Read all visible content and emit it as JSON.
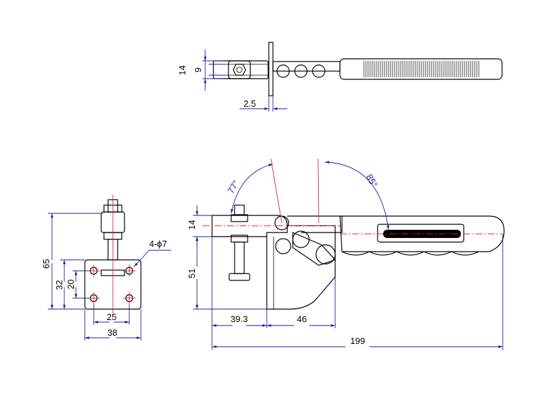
{
  "top_view": {
    "dim_width_outer": "14",
    "dim_width_inner": "9",
    "dim_flange": "2.5"
  },
  "front_view": {
    "dim_top_height": "65",
    "dim_body_height": "32",
    "dim_hole_vertical": "20",
    "dim_hole_horizontal": "25",
    "dim_base_width": "38",
    "hole_callout": "4-ϕ7"
  },
  "side_view": {
    "dim_spindle_gap": "14",
    "dim_height": "51",
    "dim_front_offset": "39.3",
    "dim_base_length": "46",
    "dim_total_length": "199",
    "angle_open": "77°",
    "angle_handle": "85°"
  },
  "colors": {
    "outline": "#000000",
    "dimension": "#1a1aa6",
    "centerline": "#e0202a"
  }
}
